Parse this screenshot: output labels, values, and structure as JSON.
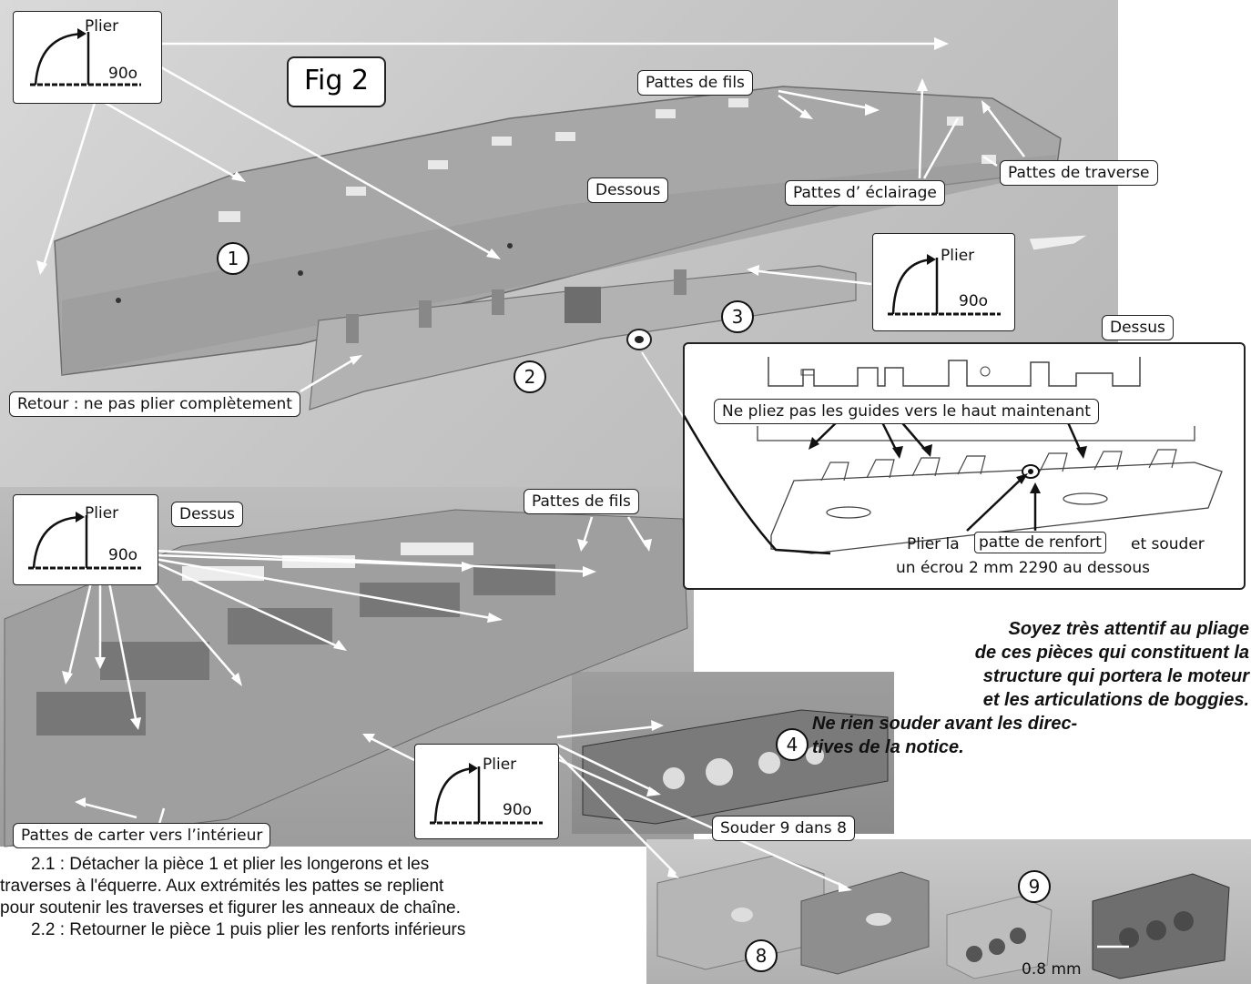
{
  "figure_label": "Fig 2",
  "plier_box": {
    "label": "Plier",
    "angle": "90o"
  },
  "labels": {
    "pattes_fils_top": "Pattes de fils",
    "dessous": "Dessous",
    "pattes_eclairage": "Pattes d’ éclairage",
    "pattes_traverse": "Pattes de traverse",
    "retour": "Retour : ne pas plier complètement",
    "dessus_right": "Dessus",
    "dessus_left": "Dessus",
    "pattes_fils_bottom": "Pattes de fils",
    "pattes_carter": "Pattes de carter vers l’intérieur",
    "souder": "Souder 9 dans 8",
    "thickness": "0.8 mm"
  },
  "inset": {
    "guides_note": "Ne pliez pas les guides vers le haut maintenant",
    "renfort_line1_pre": "Plier la",
    "renfort_boxed": "patte de renfort",
    "renfort_line1_post": "et souder",
    "renfort_line2": "un écrou 2 mm 2290 au dessous"
  },
  "part_numbers": [
    "1",
    "2",
    "3",
    "4",
    "8",
    "9"
  ],
  "note_lines": [
    "Soyez très attentif au pliage",
    "de ces pièces qui constituent la",
    "structure qui portera le moteur",
    "et les articulations de boggies.",
    "Ne rien souder avant les direc-",
    "tives de la notice."
  ],
  "body_lines": [
    "2.1 : Détacher la pièce 1 et plier les longerons et les",
    "traverses à l'équerre. Aux extrémités les pattes se replient",
    "pour soutenir les traverses et figurer les anneaux de chaîne.",
    "2.2 : Retourner le pièce 1 puis plier les renforts inférieurs"
  ]
}
